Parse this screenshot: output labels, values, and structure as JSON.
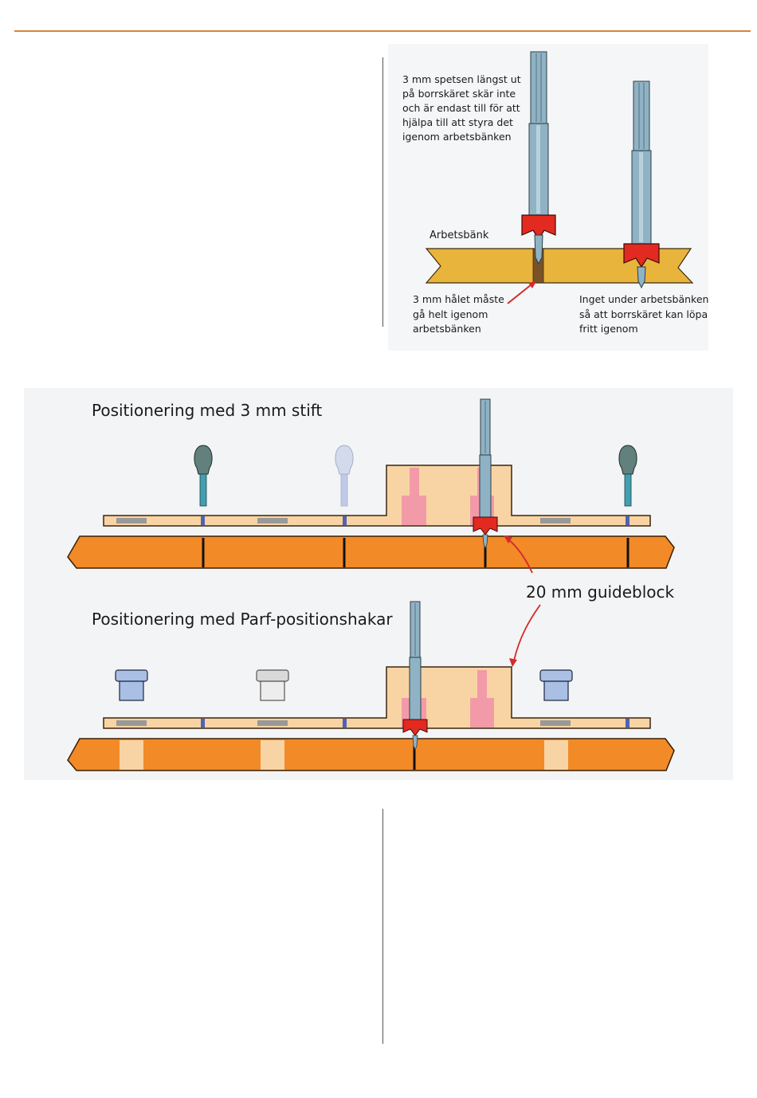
{
  "colors": {
    "accent_rule": "#d9823b",
    "bench_yellow": "#e9b43c",
    "bench_orange": "#f28a28",
    "plate": "#f8d4a4",
    "guide_pink": "#f39aa9",
    "cutter_red": "#e32a20",
    "shaft": "#8fb3c5",
    "arrow": "#d42a2a",
    "peg_blue": "#a9bfe4"
  },
  "top_diagram": {
    "note_tip": [
      "3 mm spetsen längst ut",
      "på borrskäret skär inte",
      "och är endast till för att",
      "hjälpa till att styra det",
      "igenom arbetsbänken"
    ],
    "label_bench": "Arbetsbänk",
    "note_hole": [
      "3 mm hålet måste",
      "gå helt igenom",
      "arbetsbänken"
    ],
    "note_nothing_under": [
      "Inget under arbetsbänken",
      "så att borrskäret kan löpa",
      "fritt igenom"
    ]
  },
  "bottom_diagram": {
    "title_pins": "Positionering med 3 mm stift",
    "label_guideblock": "20 mm guideblock",
    "title_stops": "Positionering med Parf-positionshakar"
  }
}
